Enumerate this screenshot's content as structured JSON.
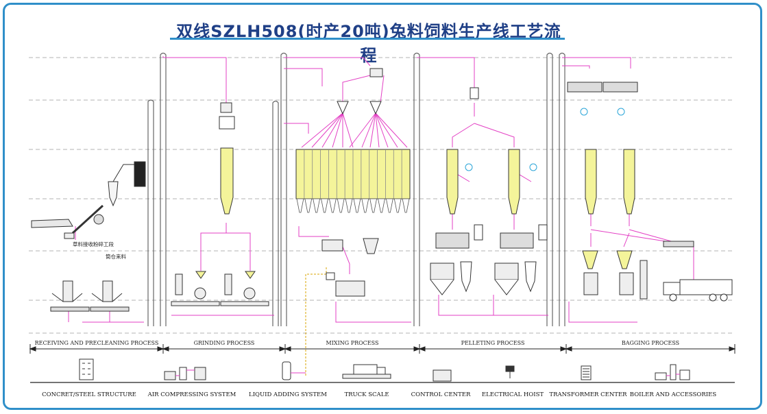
{
  "title": "双线SZLH508(时产20吨)兔料饲料生产线工艺流程",
  "notes": {
    "straw_receiving": "草料接收粉碎工段",
    "silo_feeding": "筒仓来料"
  },
  "processes": [
    {
      "label": "RECEIVING AND PRECLEANING PROCESS"
    },
    {
      "label": "GRINDING PROCESS"
    },
    {
      "label": "MIXING PROCESS"
    },
    {
      "label": "PELLETING PROCESS"
    },
    {
      "label": "BAGGING PROCESS"
    }
  ],
  "facilities": [
    {
      "label": "CONCRET/STEEL STRUCTURE",
      "icon": "building-icon"
    },
    {
      "label": "AIR COMPRESSING SYSTEM",
      "icon": "compressor-icon"
    },
    {
      "label": "LIQUID ADDING SYSTEM",
      "icon": "liquid-tank-icon"
    },
    {
      "label": "TRUCK SCALE",
      "icon": "truck-scale-icon"
    },
    {
      "label": "CONTROL CENTER",
      "icon": "control-panel-icon"
    },
    {
      "label": "ELECTRICAL HOIST",
      "icon": "hoist-icon"
    },
    {
      "label": "TRANSFORMER CENTER",
      "icon": "transformer-icon"
    },
    {
      "label": "BOILER AND ACCESSORIES",
      "icon": "boiler-icon"
    }
  ],
  "colors": {
    "frame": "#2f8fc9",
    "title": "#1f3f86",
    "flow_line": "#e33fc4",
    "bin_fill": "#f4f49a",
    "equipment": "#333333",
    "liquid_line": "#d9a400",
    "grid_line": "#9a9a9a"
  }
}
